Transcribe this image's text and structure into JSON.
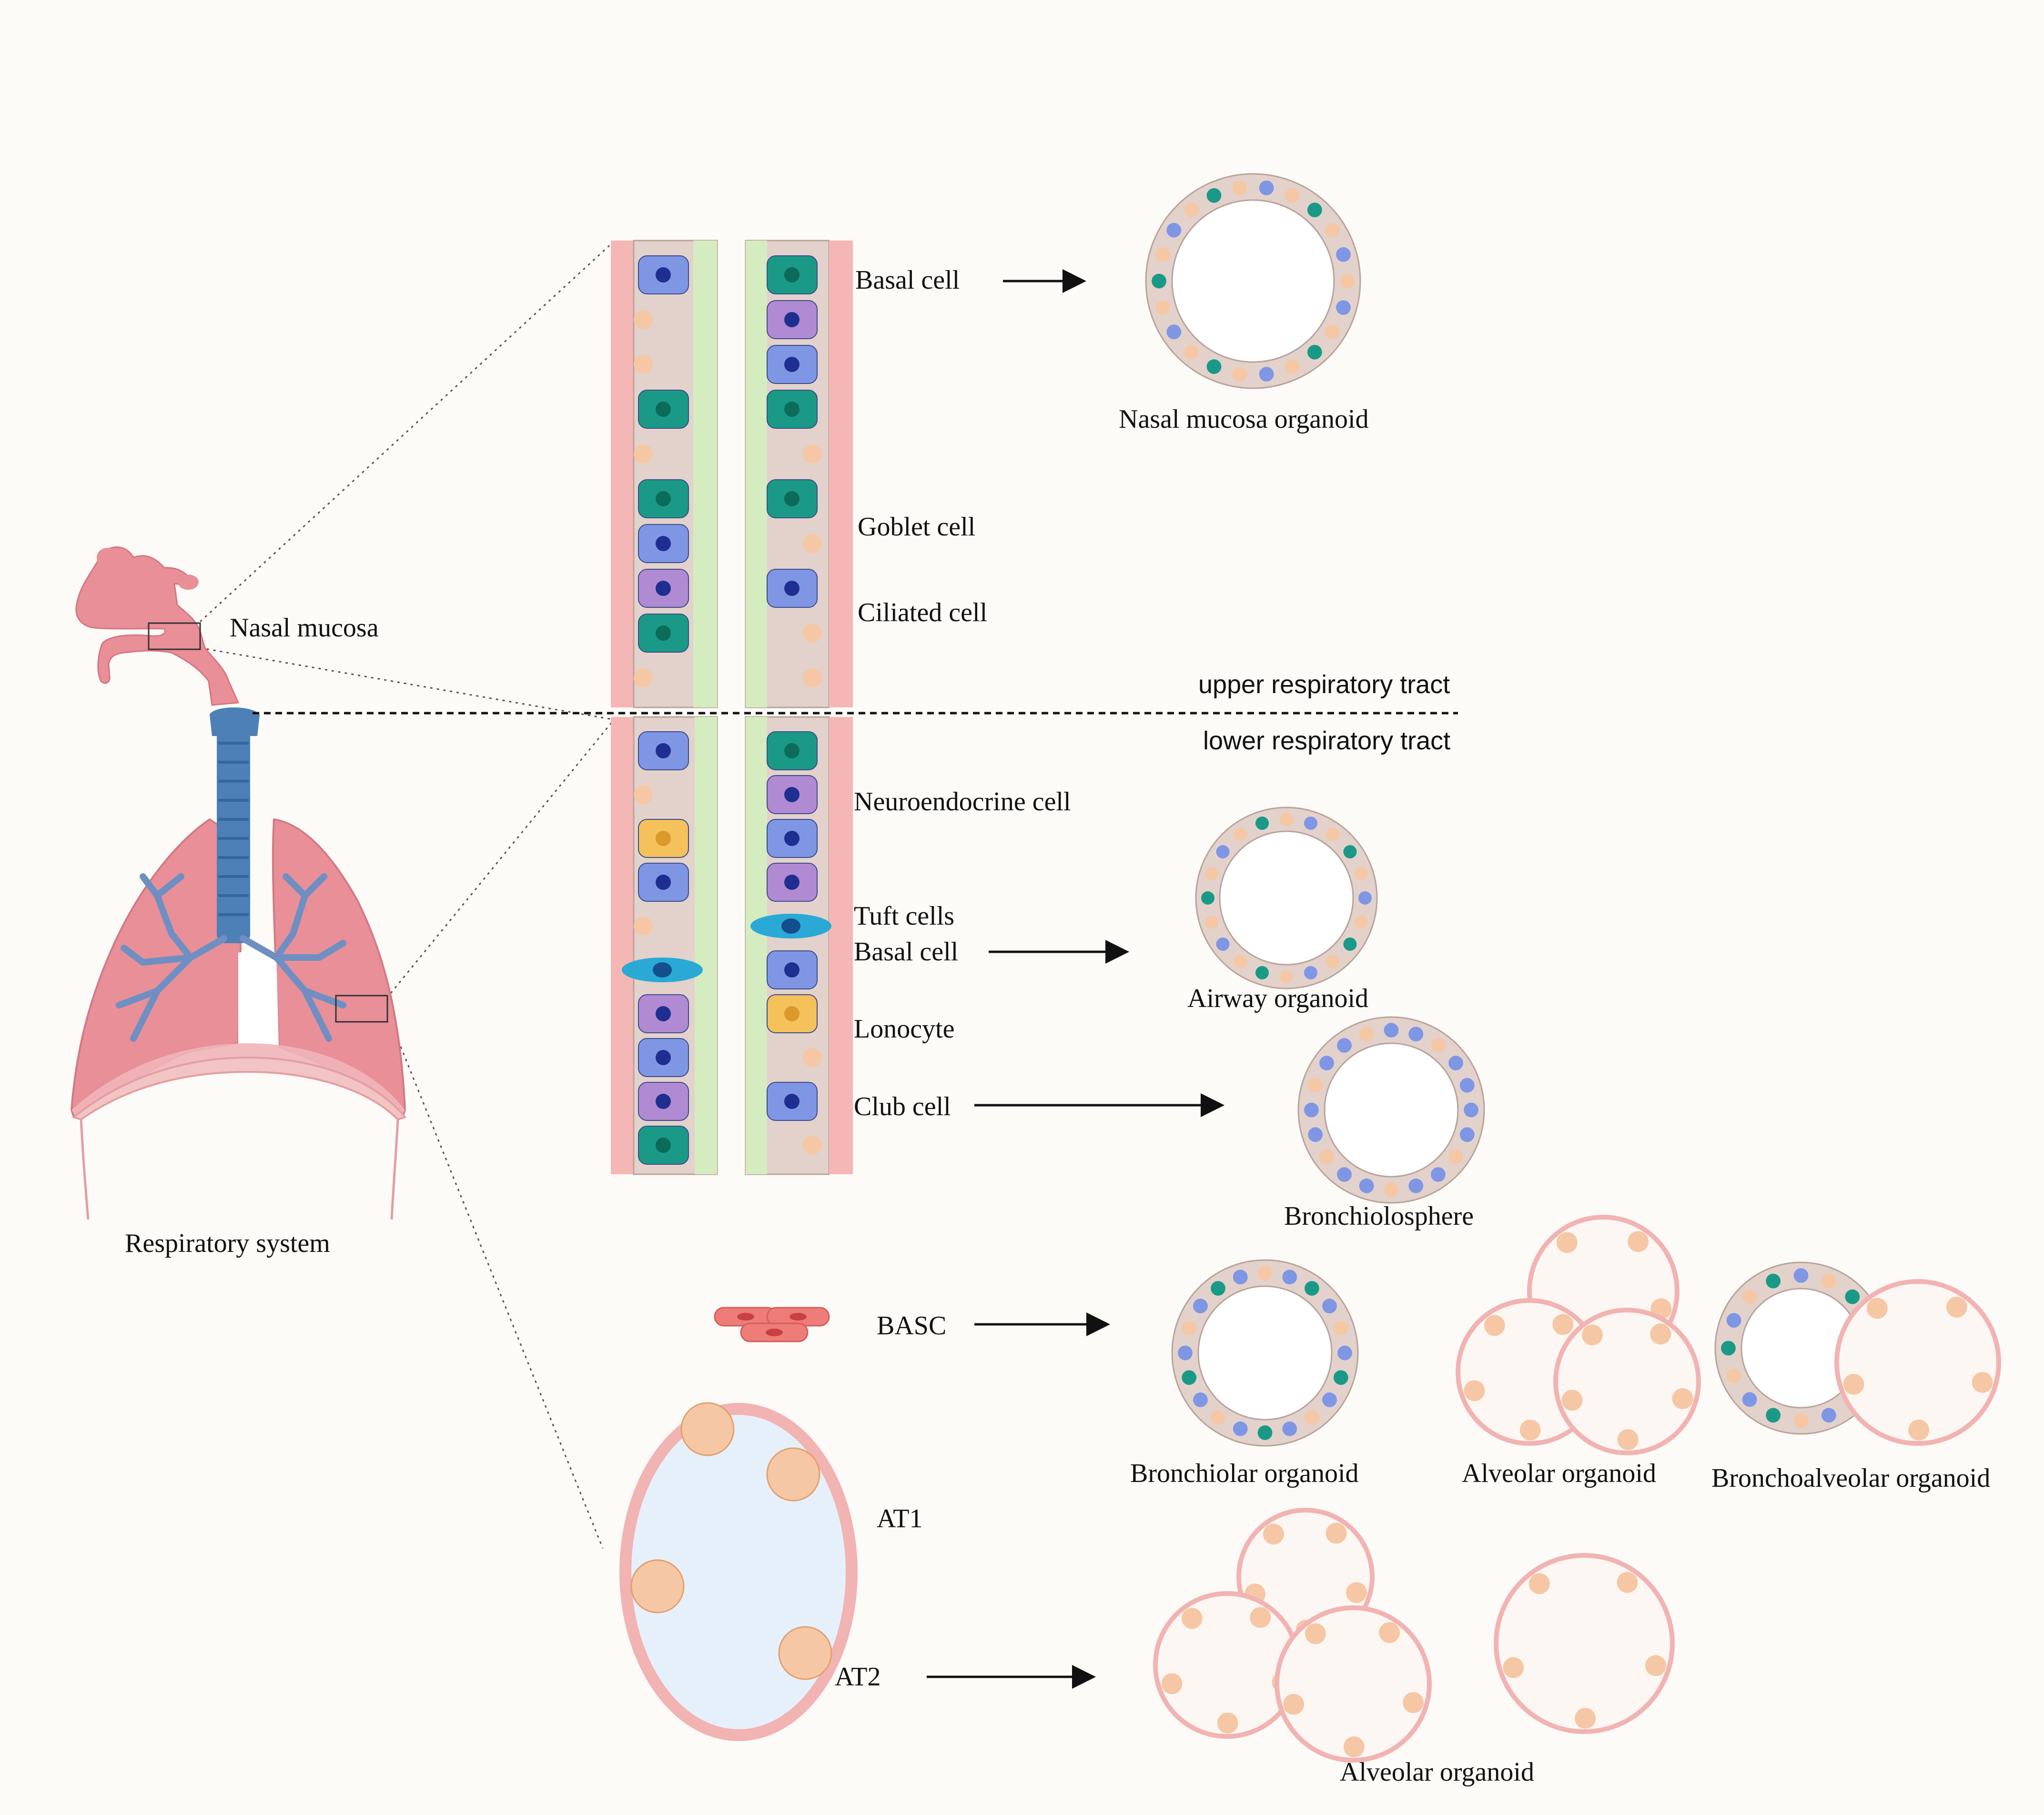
{
  "figure": {
    "colors": {
      "background": "#fcfbf8",
      "epithelium": "#e2d2cb",
      "basal": "#7f96e5",
      "goblet": "#1a9a86",
      "ciliated": "#f6c7a4",
      "neuroendocrine": "#b08ad2",
      "tuft": "#2aa9d6",
      "ionocyte": "#f4c15a",
      "lumen_green": "#d5ecc0",
      "wall_pink": "#f5b7b5",
      "lung": "#e88f98",
      "trachea": "#4c80b6",
      "alveolus": "#f2b3b3",
      "alveolus_fill": "#e6f0fb",
      "basc": "#ee7c79"
    },
    "labels": {
      "respiratory_system": "Respiratory system",
      "nasal_mucosa": "Nasal mucosa",
      "basal_cell_upper": "Basal cell",
      "goblet_cell": "Goblet cell",
      "ciliated_cell": "Ciliated cell",
      "upper_tract": "upper respiratory tract",
      "lower_tract": "lower respiratory tract",
      "neuroendocrine_cell": "Neuroendocrine cell",
      "tuft_cells": "Tuft cells",
      "basal_cell_lower": "Basal cell",
      "lonocyte": "Lonocyte",
      "club_cell": "Club cell",
      "basc": "BASC",
      "at1": "AT1",
      "at2": "AT2",
      "nasal_mucosa_organoid": "Nasal mucosa organoid",
      "airway_organoid": "Airway organoid",
      "bronchiolosphere": "Bronchiolosphere",
      "bronchiolar_organoid": "Bronchiolar organoid",
      "alveolar_organoid_basc": "Alveolar organoid",
      "bronchoalveolar_organoid": "Bronchoalveolar organoid",
      "alveolar_organoid_at2": "Alveolar organoid"
    }
  }
}
